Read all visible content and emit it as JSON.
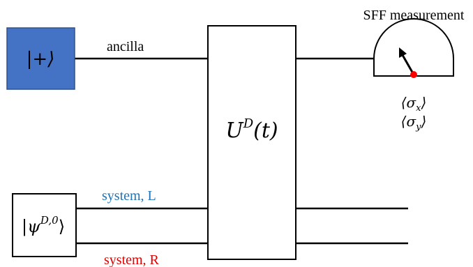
{
  "ancilla_state": "|+⟩",
  "ancilla_label": "ancilla",
  "system_state": {
    "prefix": "|ψ",
    "superscript": "D,0",
    "suffix": "⟩"
  },
  "system_left_label": "system, L",
  "system_right_label": "system, R",
  "unitary": {
    "base": "U",
    "superscript": "D",
    "argument": "(t)"
  },
  "measurement_title": "SFF measurement",
  "observables": [
    {
      "prefix": "⟨σ",
      "subscript": "x",
      "suffix": "⟩"
    },
    {
      "prefix": "⟨σ",
      "subscript": "y",
      "suffix": "⟩"
    }
  ],
  "colors": {
    "ancilla_box_fill": "#4472C4",
    "system_left_label": "#1F73B7",
    "system_right_label": "#E00000",
    "meter_pivot": "#FF0000",
    "wire": "#000000"
  }
}
